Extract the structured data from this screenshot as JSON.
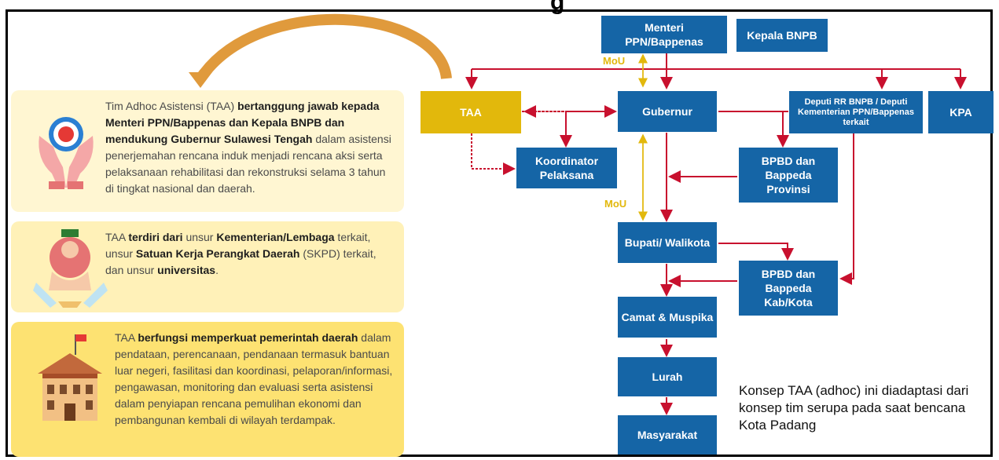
{
  "title_fragment": "g",
  "cards": [
    {
      "icon": "hands-protect-icon",
      "segments": [
        {
          "t": "Tim Adhoc Asistensi (TAA) ",
          "b": false
        },
        {
          "t": "bertanggung jawab kepada Menteri PPN/Bappenas dan Kepala BNPB dan mendukung Gubernur Sulawesi Tengah",
          "b": true
        },
        {
          "t": " dalam asistensi penerjemahan rencana induk menjadi rencana aksi serta pelaksanaan rehabilitasi dan rekonstruksi selama 3 tahun di tingkat nasional dan daerah.",
          "b": false
        }
      ]
    },
    {
      "icon": "team-group-icon",
      "segments": [
        {
          "t": "TAA ",
          "b": false
        },
        {
          "t": "terdiri dari",
          "b": true
        },
        {
          "t": " unsur ",
          "b": false
        },
        {
          "t": "Kementerian/Lembaga",
          "b": true
        },
        {
          "t": " terkait, unsur ",
          "b": false
        },
        {
          "t": "Satuan Kerja Perangkat Daerah",
          "b": true
        },
        {
          "t": " (SKPD) terkait, dan unsur ",
          "b": false
        },
        {
          "t": "universitas",
          "b": true
        },
        {
          "t": ".",
          "b": false
        }
      ]
    },
    {
      "icon": "government-building-icon",
      "segments": [
        {
          "t": "TAA ",
          "b": false
        },
        {
          "t": "berfungsi memperkuat pemerintah daerah",
          "b": true
        },
        {
          "t": " dalam pendataan, perencanaan, pendanaan termasuk bantuan luar negeri, fasilitasi dan koordinasi, pelaporan/informasi, pengawasan, monitoring dan evaluasi serta asistensi dalam penyiapan rencana pemulihan ekonomi dan pembangunan kembali di wilayah terdampak.",
          "b": false
        }
      ]
    }
  ],
  "nodes": {
    "menteri": "Menteri PPN/Bappenas",
    "kepala_bnpb": "Kepala BNPB",
    "taa": "TAA",
    "gubernur": "Gubernur",
    "deputi": "Deputi RR BNPB / Deputi Kementerian PPN/Bappenas terkait",
    "kpa": "KPA",
    "koordinator": "Koordinator Pelaksana",
    "bpbd_prov": "BPBD dan Bappeda Provinsi",
    "bupati": "Bupati/ Walikota",
    "bpbd_kab": "BPBD dan Bappeda Kab/Kota",
    "camat": "Camat & Muspika",
    "lurah": "Lurah",
    "masyarakat": "Masyarakat"
  },
  "mou_labels": [
    "MoU",
    "MoU"
  ],
  "note": "Konsep TAA (adhoc) ini diadaptasi dari konsep tim serupa pada saat bencana Kota Padang",
  "colors": {
    "node": "#1565a6",
    "taa": "#e2b80c",
    "arrow": "#c8102e",
    "mou": "#e2b80c",
    "curved_arrow": "#e09a3c"
  }
}
